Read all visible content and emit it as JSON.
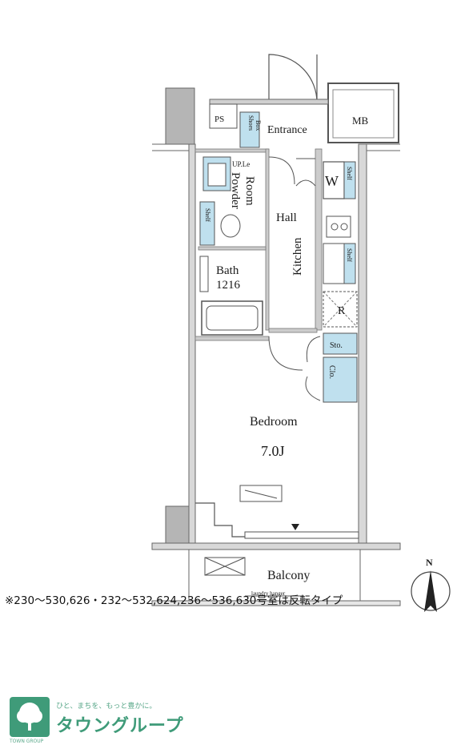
{
  "rooms": {
    "ps": "PS",
    "shoes_box_line1": "Shoes",
    "shoes_box_line2": "Box",
    "entrance": "Entrance",
    "mb": "MB",
    "up_le": "UP.Le",
    "powder_room_line1": "Powder",
    "powder_room_line2": "Room",
    "hall": "Hall",
    "wm": "W",
    "shelf": "Shelf",
    "kitchen": "Kitchen",
    "shelf2": "Shelf",
    "shelf3": "Shelf",
    "r": "R",
    "bath": "Bath",
    "bath_size": "1216",
    "sto": "Sto.",
    "clo": "Clo.",
    "bedroom": "Bedroom",
    "bedroom_size": "7.0J",
    "balcony": "Balcony",
    "laundry_hanger": "laundry hanger"
  },
  "compass": {
    "north": "N"
  },
  "note": "※230～530,626・232～532,624,236～536,630号室は反転タイプ",
  "logo": {
    "tagline": "ひと、まちを、もっと豊かに。",
    "brand": "タウングループ",
    "sub": "TOWN GROUP",
    "color": "#3f9b79"
  },
  "colors": {
    "wall": "#8a8a8a",
    "wall_fill": "#b5b5b5",
    "fixture_blue": "#bfe0ee",
    "line": "#333333"
  }
}
